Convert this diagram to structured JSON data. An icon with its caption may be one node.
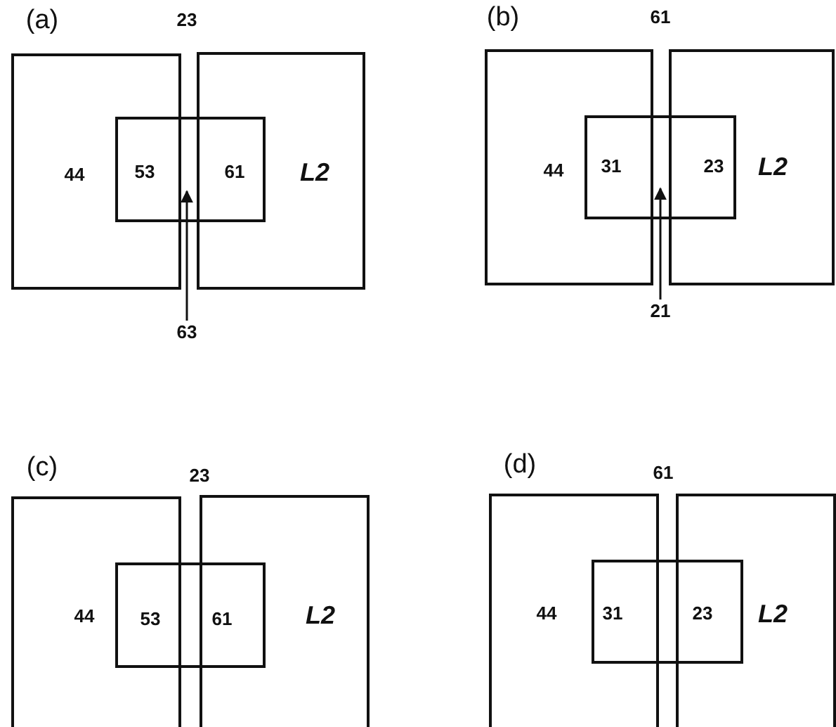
{
  "diagram": {
    "nodes": [
      {
        "text": [
          "44"
        ]
      },
      {
        "text": [
          "53",
          "61"
        ]
      },
      {
        "text": [
          "L2"
        ]
      },
      {
        "text": [
          "63"
        ]
      },
      {
        "text": [
          "44"
        ]
      },
      {
        "text": [
          "31",
          "23"
        ]
      },
      {
        "text": [
          "L2"
        ]
      },
      {
        "text": [
          "21"
        ]
      },
      {
        "text": [
          "44"
        ]
      },
      {
        "text": [
          "53",
          "61"
        ]
      },
      {
        "text": [
          "L2"
        ]
      },
      {
        "text": [
          "44"
        ]
      },
      {
        "text": [
          "31",
          "23"
        ]
      },
      {
        "text": [
          "L2"
        ]
      }
    ],
    "edges": [
      {
        "from": 3,
        "to": 1,
        "arrow": "to"
      },
      {
        "from": 7,
        "to": 5,
        "arrow": "to"
      }
    ],
    "labels": [
      "(a)",
      "23",
      "(b)",
      "61",
      "(c)",
      "23",
      "(d)",
      "61"
    ]
  }
}
